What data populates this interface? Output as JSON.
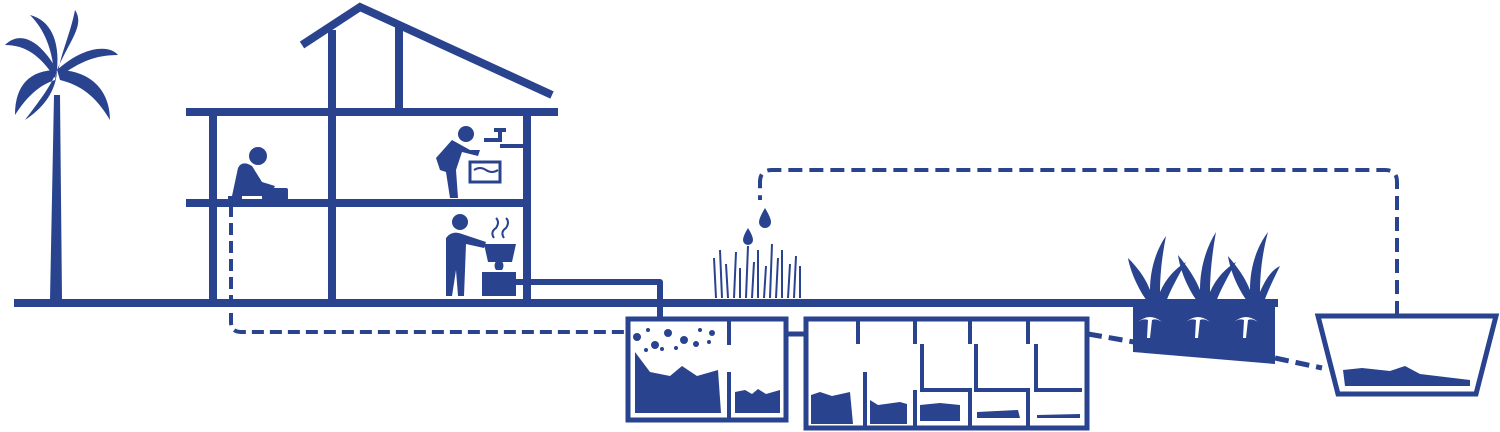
{
  "diagram": {
    "colors": {
      "primary": "#29438f",
      "background": "#ffffff"
    },
    "elements": [
      "palm-tree",
      "house",
      "person-toilet",
      "person-washing",
      "person-cooking",
      "settler-tank",
      "baffled-reactor",
      "reed-bed",
      "planted-filter",
      "collection-pond",
      "reuse-pipe"
    ]
  }
}
